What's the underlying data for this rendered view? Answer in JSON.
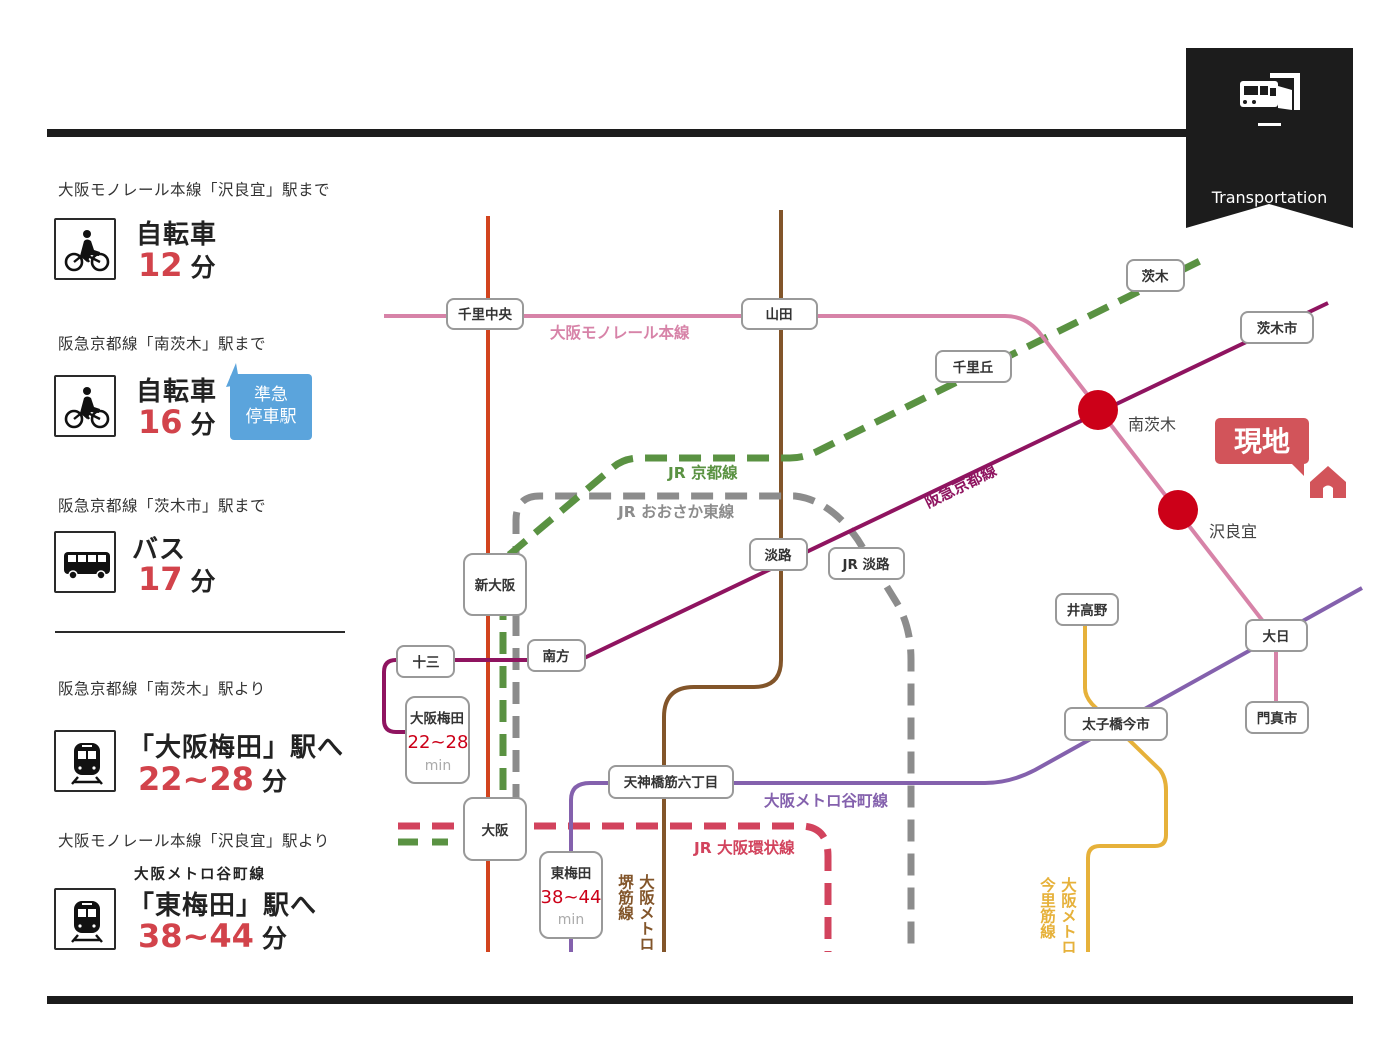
{
  "badge": {
    "icon": "train-station-icon",
    "title_line1": "Transportation",
    "title_line2": "map"
  },
  "routes": [
    {
      "caption": "大阪モノレール本線「沢良宜」駅まで",
      "icon": "bicycle-icon",
      "mode": "自転車",
      "time": "12",
      "unit": "分"
    },
    {
      "caption": "阪急京都線「南茨木」駅まで",
      "icon": "bicycle-icon",
      "mode": "自転車",
      "time": "16",
      "unit": "分",
      "note_line1": "準急",
      "note_line2": "停車駅"
    },
    {
      "caption": "阪急京都線「茨木市」駅まで",
      "icon": "bus-icon",
      "mode": "バス",
      "time": "17",
      "unit": "分"
    },
    {
      "caption": "阪急京都線「南茨木」駅より",
      "icon": "train-icon",
      "mode": "「大阪梅田」駅へ",
      "time": "22~28",
      "unit": "分"
    },
    {
      "caption": "大阪モノレール本線「沢良宜」駅より",
      "icon": "train-icon",
      "subline": "大阪メトロ谷町線",
      "mode": "「東梅田」駅へ",
      "time": "38~44",
      "unit": "分"
    }
  ],
  "colors": {
    "accent_red": "#d2434b",
    "express_blue": "#5ba4dc",
    "monorail": "#d783a8",
    "hankyu": "#8f1460",
    "midosuji": "#d2441e",
    "sakaisuji": "#82552a",
    "tanimachi": "#8461ad",
    "imazatosuji": "#e6b13a",
    "jr_kyoto": "#5a9242",
    "jr_osaka_higashi": "#8c8c8c",
    "jr_loop": "#d2435d",
    "station_dot": "#cc0018",
    "here": "#d2545a"
  },
  "map": {
    "line_labels": {
      "monorail": "大阪モノレール本線",
      "hankyu": "阪急京都線",
      "jr_kyoto": "JR 京都線",
      "jr_osaka_higashi": "JR おおさか東線",
      "tanimachi": "大阪メトロ谷町線",
      "jr_loop": "JR 大阪環状線",
      "sakaisuji_a": "大阪メトロ",
      "sakaisuji_b": "堺筋線",
      "imazatosuji_a": "大阪メトロ",
      "imazatosuji_b": "今里筋線"
    },
    "stations": {
      "senri_chuo": "千里中央",
      "yamada": "山田",
      "ibaraki": "茨木",
      "ibarakishi": "茨木市",
      "senrioka": "千里丘",
      "minami_ibaraki": "南茨木",
      "sawaragi": "沢良宜",
      "shin_osaka": "新大阪",
      "awaji": "淡路",
      "jr_awaji": "JR 淡路",
      "juso": "十三",
      "minamikata": "南方",
      "osaka_umeda": "大阪梅田",
      "osaka": "大阪",
      "tenjinbashi": "天神橋筋六丁目",
      "higashi_umeda": "東梅田",
      "idakano": "井高野",
      "dainichi": "大日",
      "taishibashi": "太子橋今市",
      "kadomashi": "門真市"
    },
    "osaka_umeda_time": "22~28",
    "higashi_umeda_time": "38~44",
    "min_label": "min",
    "here_label": "現地"
  }
}
